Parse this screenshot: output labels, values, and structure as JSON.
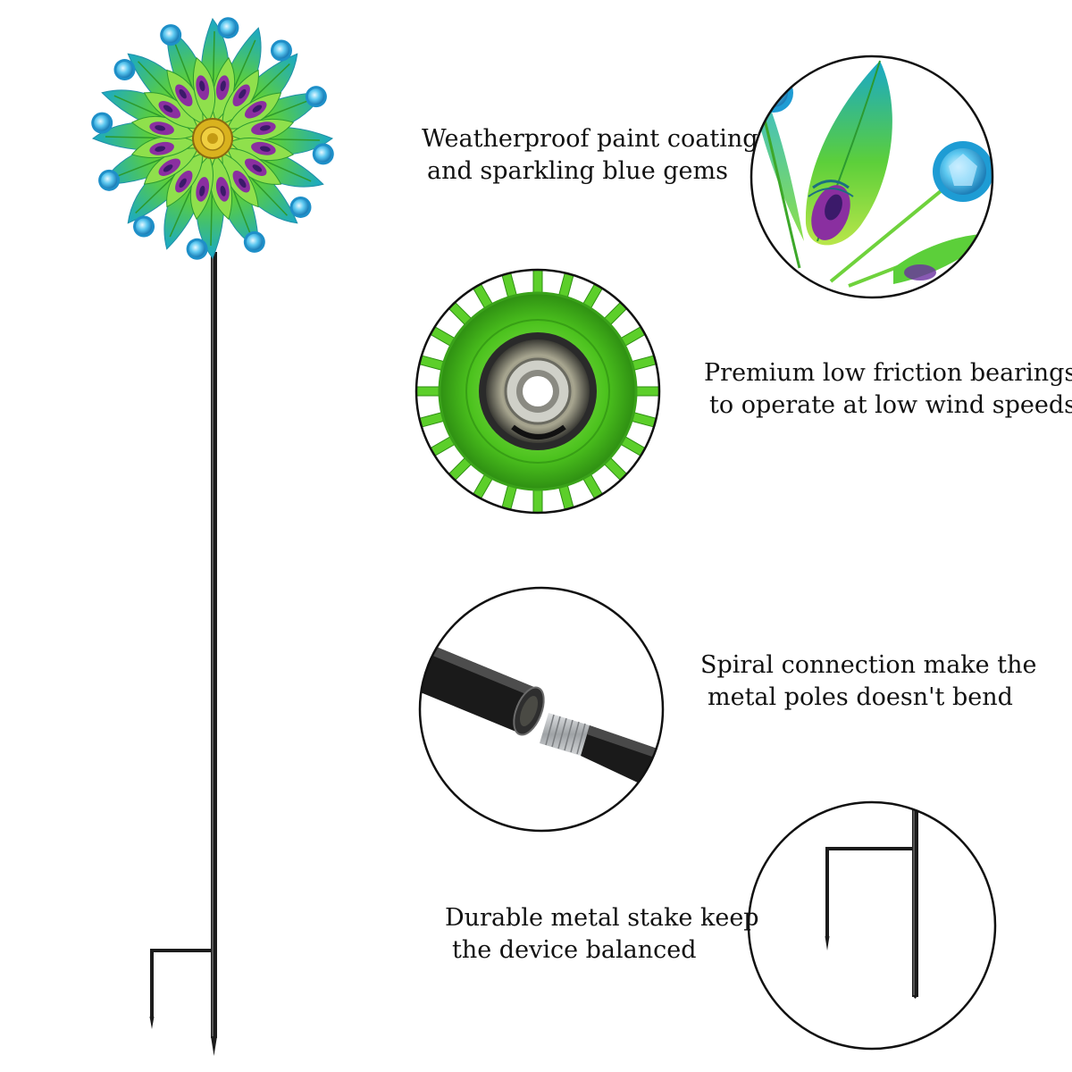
{
  "features": [
    {
      "line1": "Weatherproof paint coating",
      "line2": "and sparkling blue gems",
      "detail_icon": "peacock-petal-gem-closeup"
    },
    {
      "line1": "Premium low friction bearings",
      "line2": "to operate at low wind speeds",
      "detail_icon": "ball-bearing-closeup"
    },
    {
      "line1": "Spiral connection make the",
      "line2": "metal poles doesn't bend",
      "detail_icon": "threaded-pole-connection-closeup"
    },
    {
      "line1": "Durable metal stake keep",
      "line2": "the device balanced",
      "detail_icon": "metal-stake-closeup"
    }
  ],
  "colors": {
    "petal_green": "#6fd23c",
    "petal_teal": "#1fa7b8",
    "petal_purple": "#8a2fa0",
    "gem_blue": "#58c8f0",
    "hub_gold": "#d9b21e",
    "pole_black": "#1a1a1a",
    "bearing_green": "#5ccf2a",
    "thread_silver": "#b9bcc0"
  }
}
